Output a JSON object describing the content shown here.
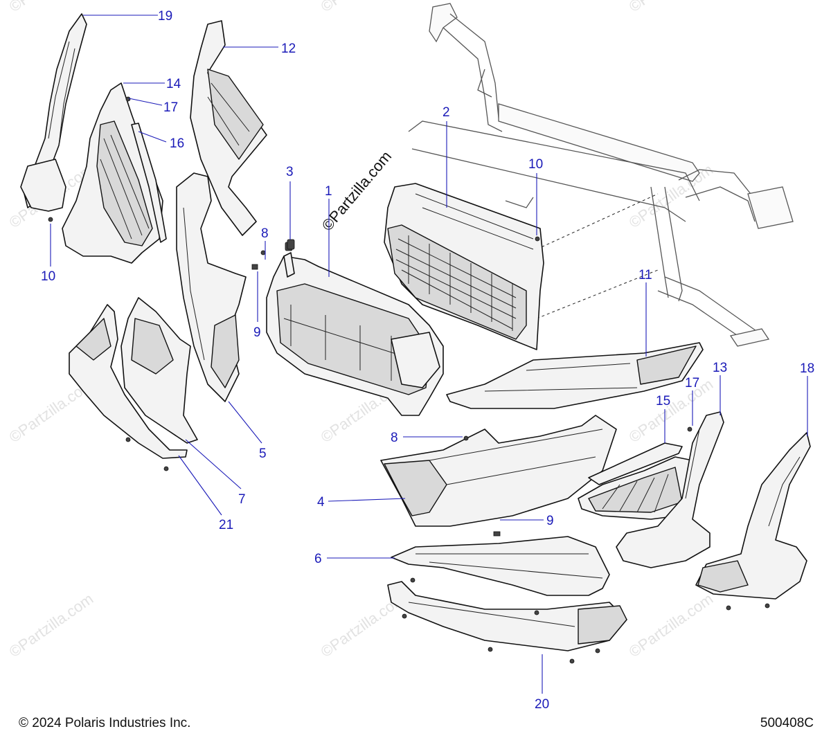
{
  "footer": {
    "copyright": "© 2024 Polaris Industries Inc.",
    "drawing_number": "500408C"
  },
  "center_watermark": "©Partzilla.com",
  "background_watermark": "©Partzilla.com",
  "callout_color": "#1a1ab8",
  "callouts": [
    {
      "id": "c19",
      "label": "19"
    },
    {
      "id": "c12",
      "label": "12"
    },
    {
      "id": "c14",
      "label": "14"
    },
    {
      "id": "c17a",
      "label": "17"
    },
    {
      "id": "c16",
      "label": "16"
    },
    {
      "id": "c10a",
      "label": "10"
    },
    {
      "id": "c3",
      "label": "3"
    },
    {
      "id": "c1",
      "label": "1"
    },
    {
      "id": "c2",
      "label": "2"
    },
    {
      "id": "c10b",
      "label": "10"
    },
    {
      "id": "c8a",
      "label": "8"
    },
    {
      "id": "c9a",
      "label": "9"
    },
    {
      "id": "c11",
      "label": "11"
    },
    {
      "id": "c13",
      "label": "13"
    },
    {
      "id": "c18",
      "label": "18"
    },
    {
      "id": "c17b",
      "label": "17"
    },
    {
      "id": "c15",
      "label": "15"
    },
    {
      "id": "c5",
      "label": "5"
    },
    {
      "id": "c8b",
      "label": "8"
    },
    {
      "id": "c4",
      "label": "4"
    },
    {
      "id": "c9b",
      "label": "9"
    },
    {
      "id": "c7",
      "label": "7"
    },
    {
      "id": "c21",
      "label": "21"
    },
    {
      "id": "c6",
      "label": "6"
    },
    {
      "id": "c20",
      "label": "20"
    }
  ]
}
